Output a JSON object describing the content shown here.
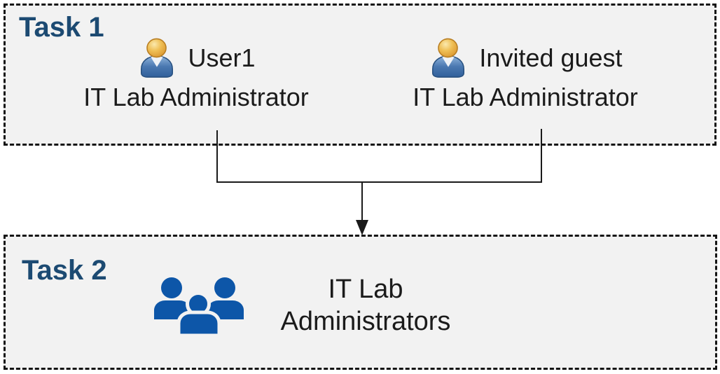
{
  "task1": {
    "label": "Task 1",
    "members": [
      {
        "icon": "person-icon",
        "name": "User1",
        "role": "IT Lab Administrator"
      },
      {
        "icon": "person-icon",
        "name": "Invited guest",
        "role": "IT Lab Administrator"
      }
    ]
  },
  "task2": {
    "label": "Task 2",
    "group": {
      "icon": "people-group-icon",
      "line1": "IT Lab",
      "line2": "Administrators"
    }
  },
  "connector": {
    "type": "merge-arrow",
    "description": "Lines from both Task 1 members merge and point down into the Task 2 group"
  },
  "colors": {
    "box_fill": "#F2F2F2",
    "box_border": "#141414",
    "heading": "#1C4A72",
    "body_text": "#1B1B1B",
    "connector_line": "#1A1A1A",
    "group_icon_blue": "#0D56A8",
    "person_head_gold": "#EFBF55",
    "person_body_blue": "#4A78B0"
  }
}
